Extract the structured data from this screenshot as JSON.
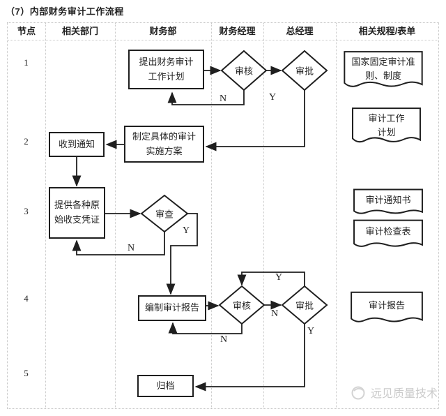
{
  "title": "（7）内部财务审计工作流程",
  "table": {
    "headers": [
      "节点",
      "相关部门",
      "财务部",
      "财务经理",
      "总经理",
      "相关规程/表单"
    ]
  },
  "nodes": {
    "n1": "1",
    "n2": "2",
    "n3": "3",
    "n4": "4",
    "n5": "5"
  },
  "flow": {
    "propose": {
      "line1": "提出财务审计",
      "line2": "工作计划"
    },
    "review1": "审核",
    "approve1": "审批",
    "receive_notice": "收到通知",
    "make_plan": {
      "line1": "制定具体的审计",
      "line2": "实施方案"
    },
    "provide_vouchers": {
      "line1": "提供各种原",
      "line2": "始收支凭证"
    },
    "examine": "审查",
    "prepare_report": "编制审计报告",
    "review2": "审核",
    "approve2": "审批",
    "archive": "归档",
    "labels": {
      "r1_n": "N",
      "r1_y": "Y",
      "r3_n": "N",
      "r3_y": "Y",
      "r4_top_y": "Y",
      "r4_mid_n": "N",
      "r4_bottom_n": "N",
      "r4_down_y": "Y"
    }
  },
  "documents": {
    "doc1": {
      "line1": "国家固定审计准",
      "line2": "则、制度"
    },
    "doc2": {
      "line1": "审计工作",
      "line2": "计划"
    },
    "doc3": "审计通知书",
    "doc4": "审计检查表",
    "doc5": "审计报告"
  },
  "watermark": {
    "text": "远见质量技术"
  },
  "colors": {
    "ink": "#1f1f1f",
    "grid": "#c9c9c9",
    "watermark": "#cbcbcb"
  }
}
